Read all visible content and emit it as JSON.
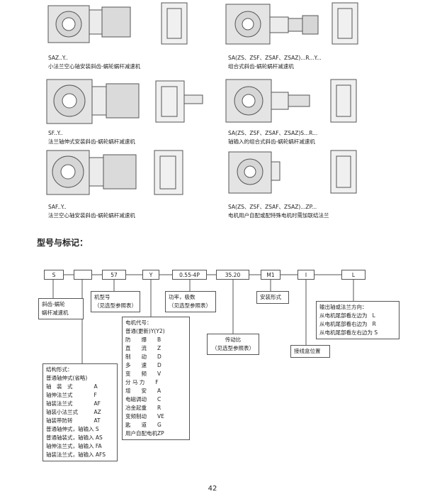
{
  "figures": [
    {
      "model": "SAZ..Y..",
      "desc": "小法兰空心轴安装斜齿-蜗轮蜗杆减速机"
    },
    {
      "model": "SA(ZS、ZSF、ZSAF、ZSAZ)...R...Y...",
      "desc": "组合式斜齿-蜗轮蜗杆减速机"
    },
    {
      "model": "SF..Y..",
      "desc": "法兰轴伸式安装斜齿-蜗轮蜗杆减速机"
    },
    {
      "model": "SA(ZS、ZSF、ZSAF、ZSAZ)S...R...",
      "desc": "轴输入的组合式斜齿-蜗轮蜗杆减速机"
    },
    {
      "model": "SAF..Y..",
      "desc": "法兰空心轴安装斜齿-蜗轮蜗杆减速机"
    },
    {
      "model": "SA(ZS、ZSF、ZSAF、ZSAZ)...ZP...",
      "desc": "电机用户自配或配特殊电机时需加联结法兰"
    }
  ],
  "section_title": "型号与标记：",
  "code_boxes": [
    "S",
    "",
    "57",
    "Y",
    "0.55-4P",
    "35.20",
    "M1",
    "I",
    "L"
  ],
  "labels": {
    "product": "斜齿-蜗轮\n蜗杆减速机",
    "frame": "机型号\n（见选型参照表）",
    "power": "功率，极数\n（见选型参照表）",
    "ratio": "传动比\n（见选型参照表）",
    "mounting": "安装形式",
    "terminal": "接线盒位置",
    "output": "输出轴或法兰方向：\n从电机尾部看左边为   L\n从电机尾部看右边为   R\n从电机尾部看左右边为 S"
  },
  "structure_list": [
    "结构形式：",
    "普通轴伸式(省略)",
    "轴　装　式　　　　A",
    "轴伸法兰式　　　　F",
    "轴装法兰式　　　　AF",
    "轴装小法兰式　　　AZ",
    "轴装带防转　　　　AT",
    "普通轴伸式，轴输入 S",
    "普通轴装式，轴输入 AS",
    "轴伸法兰式，轴输入 FA",
    "轴装法兰式，轴输入 AFS"
  ],
  "motor_list": [
    "电机代号：",
    "普通(更新)Y(Y2)",
    "防　　爆　　B",
    "直　　流　　Z",
    "制　　动　　D",
    "多　　速　　D",
    "变　　频　　V",
    "分 马 力　　F",
    "增　　安　　A",
    "电磁调动　　C",
    "冶金起重　　R",
    "变频制动　　VE",
    "匙　　道　　G",
    "用户自配电机ZP"
  ],
  "page_number": "42"
}
